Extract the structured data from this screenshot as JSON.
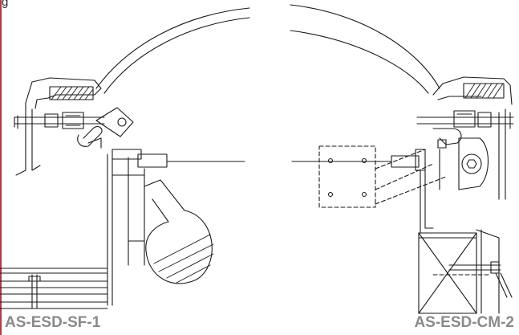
{
  "figure": {
    "top_label": "g",
    "left_label": "AS-ESD-SF-1",
    "right_label": "AS-ESD-CM-2"
  },
  "colors": {
    "line": "#1a1a1a",
    "label": "#8a8a8a",
    "accent": "#b23a48",
    "background": "#ffffff"
  }
}
